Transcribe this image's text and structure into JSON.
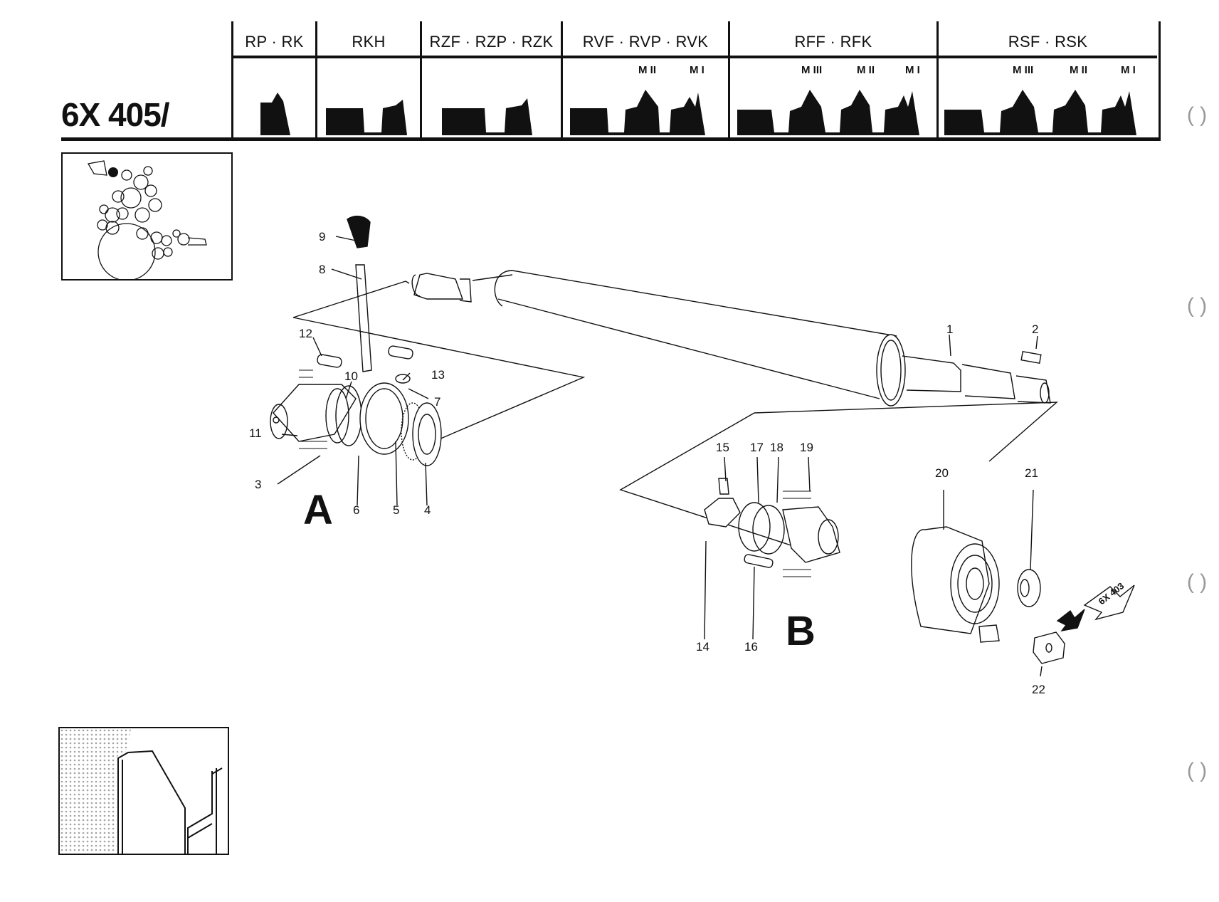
{
  "page": {
    "title": "6X 405/",
    "header": {
      "columns": [
        {
          "label": "RP · RK",
          "modules": []
        },
        {
          "label": "RKH",
          "modules": []
        },
        {
          "label": "RZF · RZP · RZK",
          "modules": []
        },
        {
          "label": "RVF · RVP · RVK",
          "modules": [
            "M II",
            "M I"
          ]
        },
        {
          "label": "RFF · RFK",
          "modules": [
            "M III",
            "M II",
            "M I"
          ]
        },
        {
          "label": "RSF · RSK",
          "modules": [
            "M III",
            "M II",
            "M I"
          ]
        }
      ]
    },
    "diagram": {
      "callouts": [
        "1",
        "2",
        "3",
        "4",
        "5",
        "6",
        "7",
        "8",
        "9",
        "10",
        "11",
        "12",
        "13",
        "14",
        "15",
        "16",
        "17",
        "18",
        "19",
        "20",
        "21",
        "22"
      ],
      "section_a_label": "A",
      "section_b_label": "B",
      "cross_reference": "6X 403"
    },
    "binder_holes": [
      "( )",
      "( )",
      "( )",
      "( )"
    ]
  }
}
